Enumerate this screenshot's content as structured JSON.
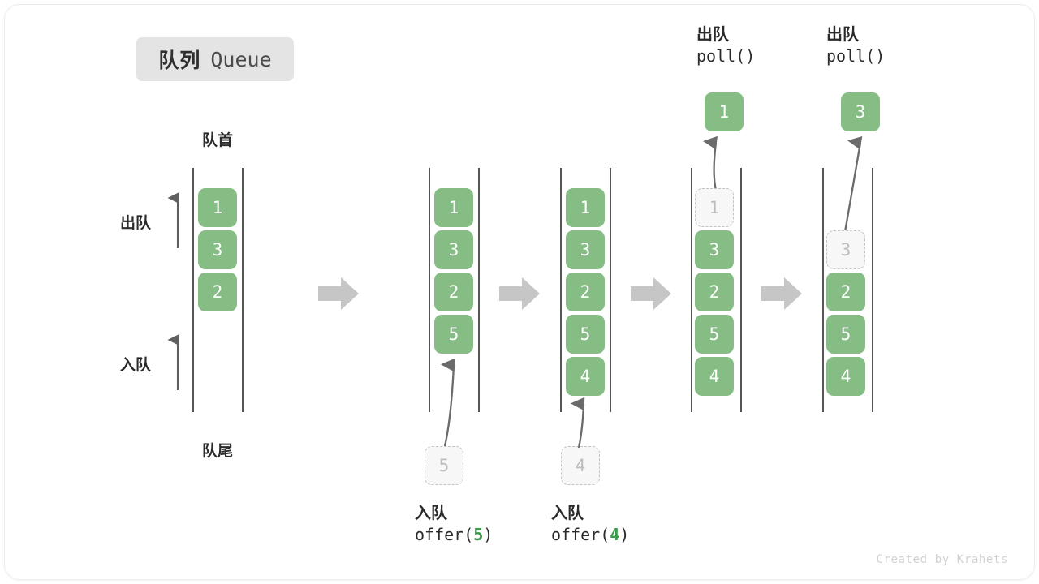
{
  "title": {
    "cn": "队列",
    "en": "Queue"
  },
  "labels": {
    "head": "队首",
    "tail": "队尾",
    "dequeue": "出队",
    "enqueue": "入队"
  },
  "watermark": "Created by Krahets",
  "colors": {
    "item": "#86bd85",
    "ghost_fill": "#f7f7f7",
    "ghost_border": "#c4c4c4",
    "rail": "#555555",
    "step_arrow": "#c6c6c6",
    "thin_arrow": "#6b6b6b",
    "badge_bg": "#e4e4e4",
    "accent_text": "#3a9b4a",
    "text": "#2b2b2b",
    "watermark": "#d2d2d2"
  },
  "columns": [
    {
      "id": "initial",
      "items": [
        "1",
        "3",
        "2"
      ],
      "ghost_index": -1,
      "caption_cn": "",
      "caption_code": "",
      "caption_arg": ""
    },
    {
      "id": "after-offer-5",
      "items": [
        "1",
        "3",
        "2",
        "5"
      ],
      "ghost_index": -1,
      "incoming_value": "5",
      "caption_cn": "入队",
      "caption_code_pre": "offer(",
      "caption_arg": "5",
      "caption_code_post": ")"
    },
    {
      "id": "after-offer-4",
      "items": [
        "1",
        "3",
        "2",
        "5",
        "4"
      ],
      "ghost_index": -1,
      "incoming_value": "4",
      "caption_cn": "入队",
      "caption_code_pre": "offer(",
      "caption_arg": "4",
      "caption_code_post": ")"
    },
    {
      "id": "poll-1",
      "items": [
        "1",
        "3",
        "2",
        "5",
        "4"
      ],
      "ghost_index": 0,
      "outgoing_value": "1",
      "caption_cn": "出队",
      "caption_code": "poll()"
    },
    {
      "id": "poll-3",
      "items": [
        "3",
        "2",
        "5",
        "4"
      ],
      "ghost_index": 0,
      "outgoing_value": "3",
      "caption_cn": "出队",
      "caption_code": "poll()"
    }
  ],
  "chart_data": {
    "type": "diagram",
    "title": "队列 Queue",
    "description": "Queue FIFO operation sequence: initial [1,3,2] -> offer(5) -> offer(4) -> poll() removes 1 -> poll() removes 3",
    "steps": [
      {
        "state": [
          "1",
          "3",
          "2"
        ],
        "operation": ""
      },
      {
        "state": [
          "1",
          "3",
          "2",
          "5"
        ],
        "operation": "offer(5)"
      },
      {
        "state": [
          "1",
          "3",
          "2",
          "5",
          "4"
        ],
        "operation": "offer(4)"
      },
      {
        "state": [
          "3",
          "2",
          "5",
          "4"
        ],
        "operation": "poll()",
        "returned": "1"
      },
      {
        "state": [
          "2",
          "5",
          "4"
        ],
        "operation": "poll()",
        "returned": "3"
      }
    ]
  }
}
